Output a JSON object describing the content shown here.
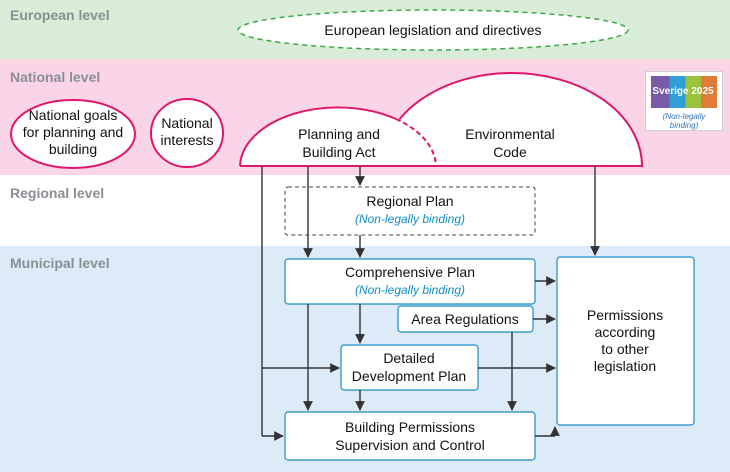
{
  "levels": {
    "european": "European level",
    "national": "National level",
    "regional": "Regional level",
    "municipal": "Municipal level"
  },
  "nodes": {
    "european_legislation": "European legislation and directives",
    "national_goals": [
      "National goals",
      "for planning and",
      "building"
    ],
    "national_interests": [
      "National",
      "interests"
    ],
    "planning_building_act": [
      "Planning and",
      "Building Act"
    ],
    "environmental_code": [
      "Environmental",
      "Code"
    ],
    "regional_plan": "Regional Plan",
    "regional_plan_note": "(Non-legally binding)",
    "comprehensive_plan": "Comprehensive Plan",
    "comprehensive_plan_note": "(Non-legally binding)",
    "area_regulations": "Area Regulations",
    "detailed_plan": [
      "Detailed",
      "Development Plan"
    ],
    "building_permissions": [
      "Building Permissions",
      "Supervision and Control"
    ],
    "permissions_other": [
      "Permissions",
      "according",
      "to other",
      "legislation"
    ]
  },
  "logo": {
    "title": "Sverige 2025",
    "note": "(Non-legally binding)"
  },
  "colors": {
    "european_band": "#d9ecd8",
    "national_band": "#f9d5e5",
    "regional_band": "#ffffff",
    "municipal_band": "#dcebf7",
    "pink_outline": "#e0166e",
    "green_dash": "#3da84a",
    "blue_outline": "#1b8dc4",
    "arrow": "#333333",
    "note_text": "#0e8fc5",
    "level_label": "#8a8f94"
  }
}
